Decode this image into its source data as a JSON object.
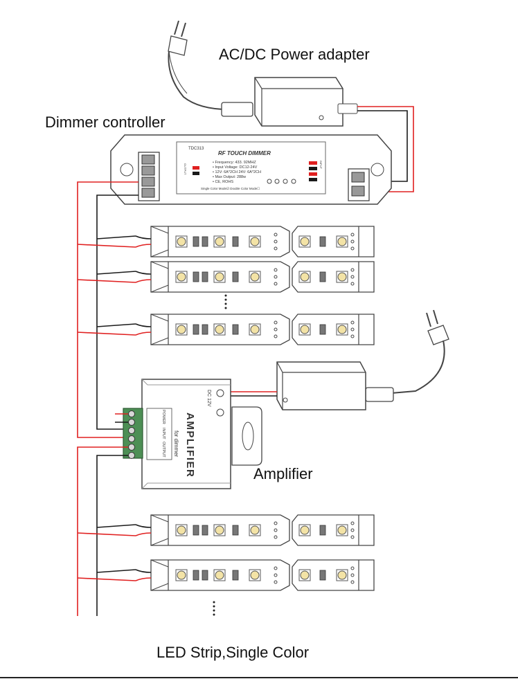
{
  "labels": {
    "power_adapter": "AC/DC Power adapter",
    "dimmer_controller": "Dimmer controller",
    "amplifier": "Amplifier",
    "led_strip": "LED Strip,Single Color"
  },
  "dimmer": {
    "model": "TDC313",
    "title": "RF TOUCH DIMMER",
    "specs": [
      "• Frequency: 433. 92MHZ",
      "• Input Voltage: DC12-24V",
      "• 12V: 6A*2CH  24V: 6A*2CH",
      "• Max Output: 288w",
      "• CE, ROHS"
    ],
    "modes": "Single Color Mode☑   Double Color Mode☐",
    "input_label": "INPUT",
    "output_label": "OUTPUT"
  },
  "amplifier": {
    "title": "AMPLIFIER",
    "subtitle": "for dimmer",
    "dc_label": "DC 12V",
    "terminal_labels": [
      "POWER",
      "INPUT",
      "OUTPUT"
    ]
  },
  "colors": {
    "wire_red": "#e02020",
    "wire_black": "#1a1a1a",
    "led_amber": "#f3e3a6",
    "device_stroke": "#555555",
    "terminal_green": "#4d8f55"
  }
}
